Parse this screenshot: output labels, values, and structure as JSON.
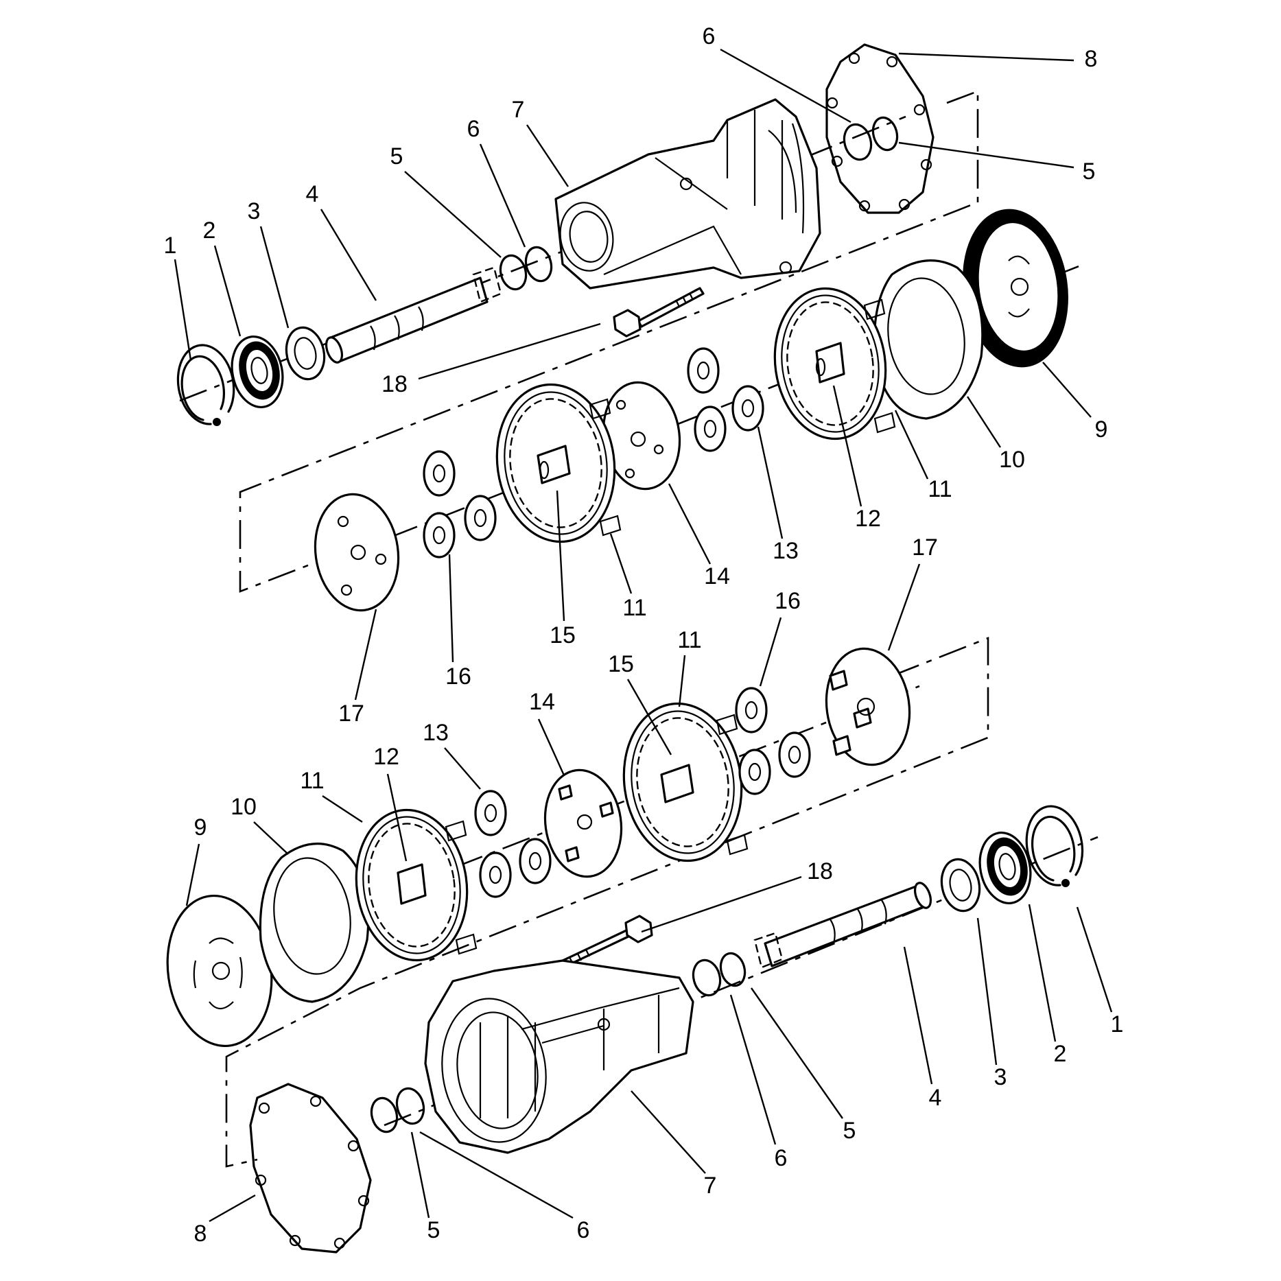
{
  "diagram": {
    "type": "exploded-parts-view",
    "upper_assembly": {
      "callouts": [
        "1",
        "2",
        "3",
        "4",
        "5",
        "6",
        "7",
        "6",
        "8",
        "5",
        "18",
        "9",
        "10",
        "11",
        "12",
        "13",
        "14",
        "15",
        "11",
        "16",
        "17"
      ]
    },
    "lower_assembly": {
      "callouts": [
        "17",
        "16",
        "11",
        "15",
        "14",
        "13",
        "12",
        "11",
        "10",
        "9",
        "18",
        "1",
        "2",
        "3",
        "4",
        "5",
        "6",
        "7",
        "8",
        "5",
        "6"
      ]
    }
  }
}
